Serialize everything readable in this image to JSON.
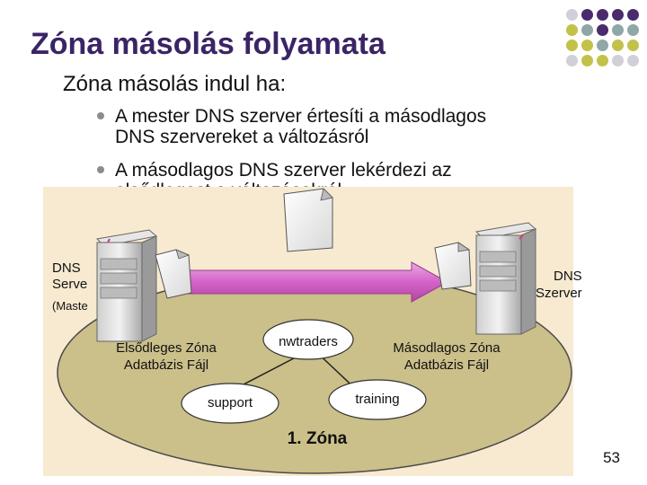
{
  "title": "Zóna másolás folyamata",
  "subtitle": "Zóna másolás indul ha:",
  "bullets": [
    {
      "line1": "A mester DNS szerver értesíti a másodlagos",
      "line2": "DNS szervereket a változásról"
    },
    {
      "line1": "A másodlagos DNS szerver lekérdezi az",
      "line2": "elsődlegest a változásokról"
    }
  ],
  "diagram": {
    "left_server": {
      "line1": "DNS",
      "line2": "Serve",
      "line3": "(Maste"
    },
    "right_server": {
      "line1": "DNS",
      "line2": "Szerver"
    },
    "primary_db": {
      "line1": "Elsődleges Zóna",
      "line2": "Adatbázis Fájl"
    },
    "secondary_db": {
      "line1": "Másodlagos Zóna",
      "line2": "Adatbázis Fájl"
    },
    "domains": {
      "nwtraders": "nwtraders",
      "support": "support",
      "training": "training"
    },
    "zone_label": "1. Zóna"
  },
  "page_number": "53",
  "colors": {
    "title": "#3b2465",
    "background_panel": "#f7ead0",
    "ellipse": "#cbbf8a",
    "arrow": "#d86fcf",
    "dot_purple": "#4a2b6b",
    "dot_teal": "#8fa7a6",
    "dot_olive": "#c2c24a",
    "dot_gray": "#d0d0d8"
  }
}
